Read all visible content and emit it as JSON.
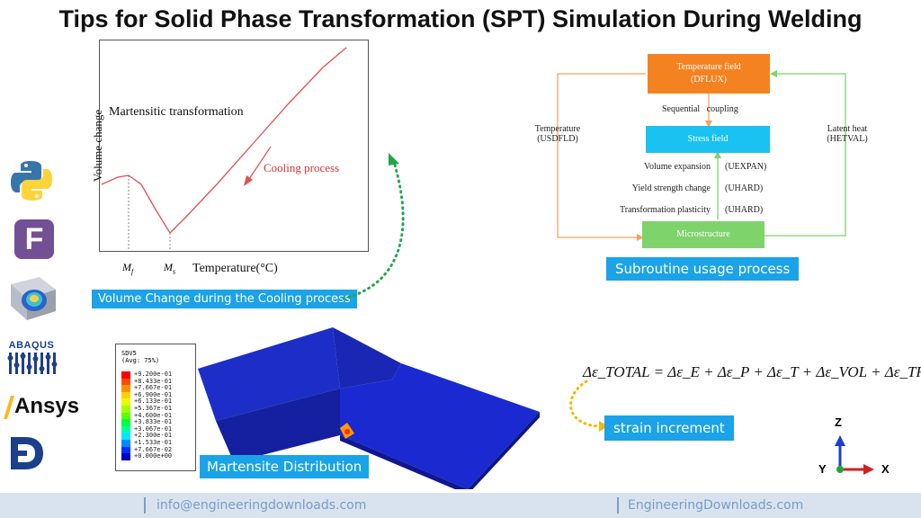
{
  "title": "Tips for Solid Phase Transformation (SPT) Simulation During Welding",
  "chart": {
    "ylabel": "Volume change",
    "xlabel": "Temperature(°C)",
    "annotation1": "Martensitic transformation",
    "annotation2": "Cooling process",
    "mf": "M",
    "mf_sub": "f",
    "ms": "M",
    "ms_sub": "s",
    "caption": "Volume Change during the Cooling process"
  },
  "flow": {
    "temp_field_line1": "Temperature field",
    "temp_field_line2": "(DFLUX)",
    "sequential": "Sequential   coupling",
    "stress_field": "Stress field",
    "temperature_line1": "Temperature",
    "temperature_line2": "(USDFLD)",
    "latent_line1": "Latent heat",
    "latent_line2": "(HETVAL)",
    "vol_exp": "Volume expansion",
    "vol_exp_sub": "(UEXPAN)",
    "yield": "Yield strength change",
    "yield_sub": "(UHARD)",
    "trans": "Transformation plasticity",
    "trans_sub": "(UHARD)",
    "micro": "Microstructure",
    "caption": "Subroutine usage process"
  },
  "fea": {
    "legend_title1": "SDV5",
    "legend_title2": "(Avg: 75%)",
    "legend_values": [
      "+9.200e-01",
      "+8.433e-01",
      "+7.667e-01",
      "+6.900e-01",
      "+6.133e-01",
      "+5.367e-01",
      "+4.600e-01",
      "+3.833e-01",
      "+3.067e-01",
      "+2.300e-01",
      "+1.533e-01",
      "+7.667e-02",
      "+0.000e+00"
    ],
    "legend_colors": [
      "#ff0000",
      "#ff4a00",
      "#ff9100",
      "#ffd000",
      "#e4ff00",
      "#a2ff00",
      "#5cff00",
      "#00ff3a",
      "#00ff9e",
      "#00e8ff",
      "#0088ff",
      "#0030ff",
      "#0000c8"
    ],
    "caption": "Martensite Distribution"
  },
  "equation": {
    "text": "Δε_TOTAL = Δε_E + Δε_P + Δε_T + Δε_VOL + Δε_TRP",
    "caption": "strain increment"
  },
  "axes": {
    "z": "Z",
    "y": "Y",
    "x": "X"
  },
  "logos": {
    "abaqus": "ABAQUS",
    "ansys": "Ansys",
    "fortran": "F"
  },
  "footer": {
    "left": "info@engineeringdownloads.com",
    "right": "EngineeringDownloads.com"
  }
}
